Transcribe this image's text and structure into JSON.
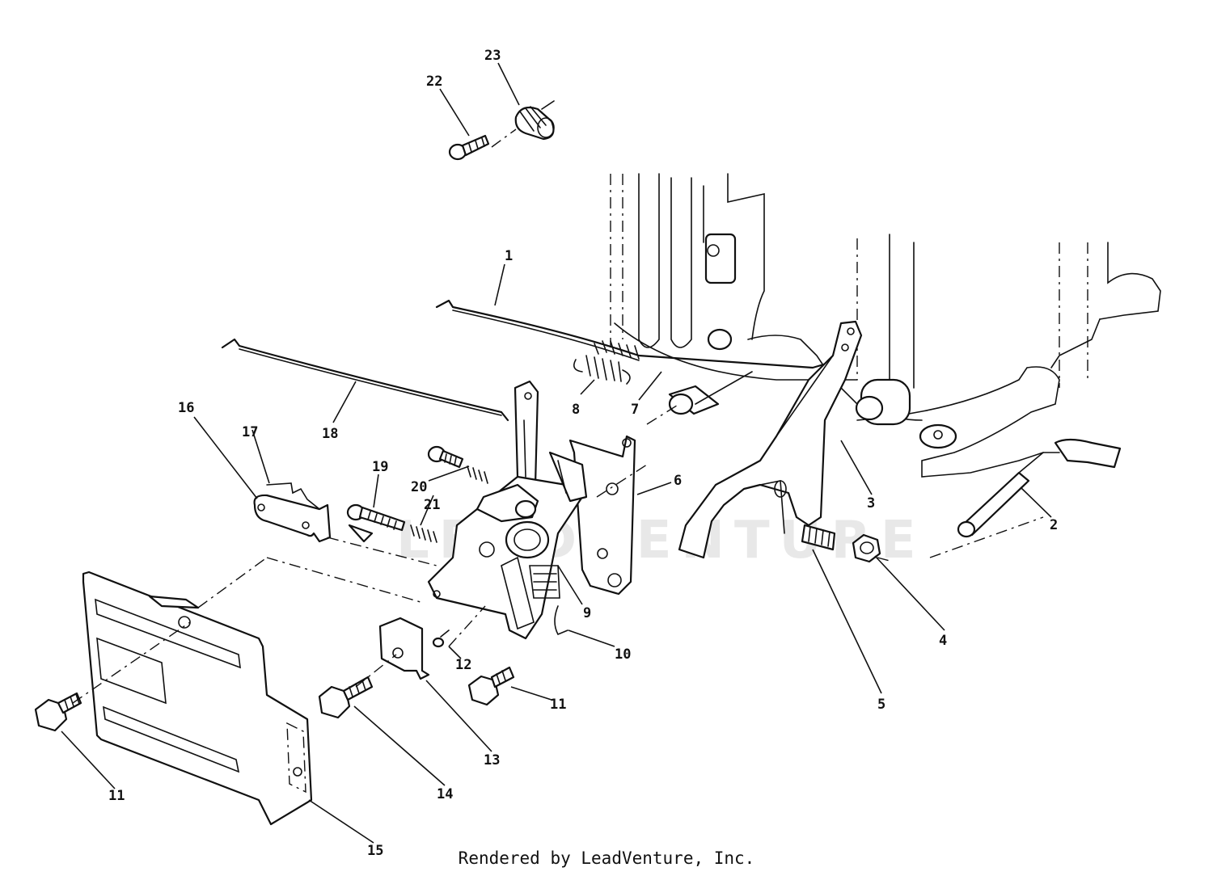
{
  "callouts": [
    "1",
    "2",
    "3",
    "4",
    "5",
    "6",
    "7",
    "8",
    "9",
    "10",
    "11",
    "11",
    "12",
    "13",
    "14",
    "15",
    "16",
    "17",
    "18",
    "19",
    "20",
    "21",
    "22",
    "23"
  ],
  "watermark": "LEADVENTURE",
  "footer": "Rendered by LeadVenture, Inc."
}
